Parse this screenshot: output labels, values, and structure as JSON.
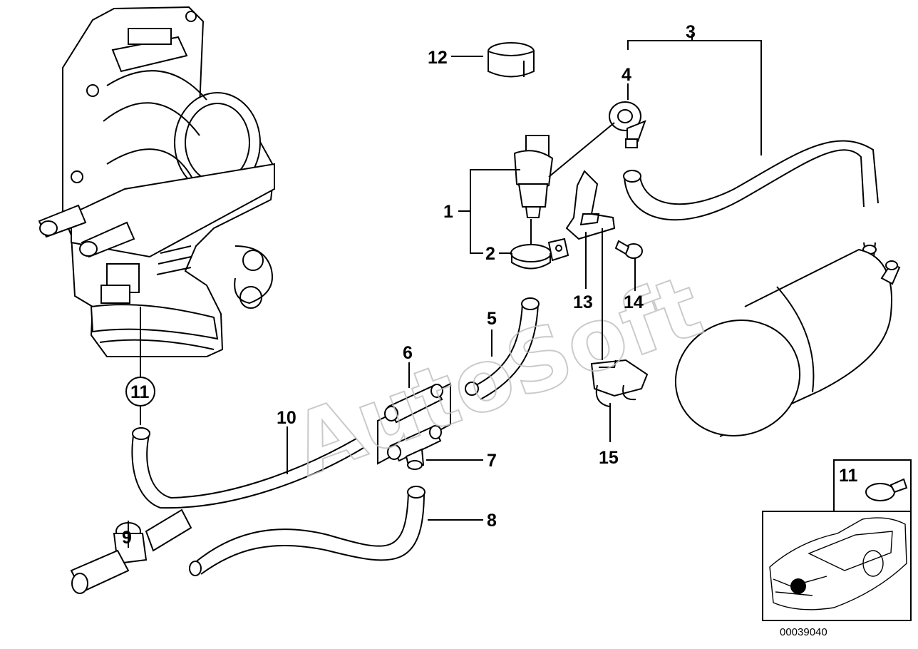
{
  "watermark": "AutoSoft",
  "reference_code": "00039040",
  "callouts": {
    "c1": "1",
    "c2": "2",
    "c3": "3",
    "c4": "4",
    "c5": "5",
    "c6": "6",
    "c7": "7",
    "c8": "8",
    "c9": "9",
    "c10": "10",
    "c11": "11",
    "c11_inset": "11",
    "c12": "12",
    "c13": "13",
    "c14": "14",
    "c15": "15"
  },
  "marker_color": "#000000"
}
